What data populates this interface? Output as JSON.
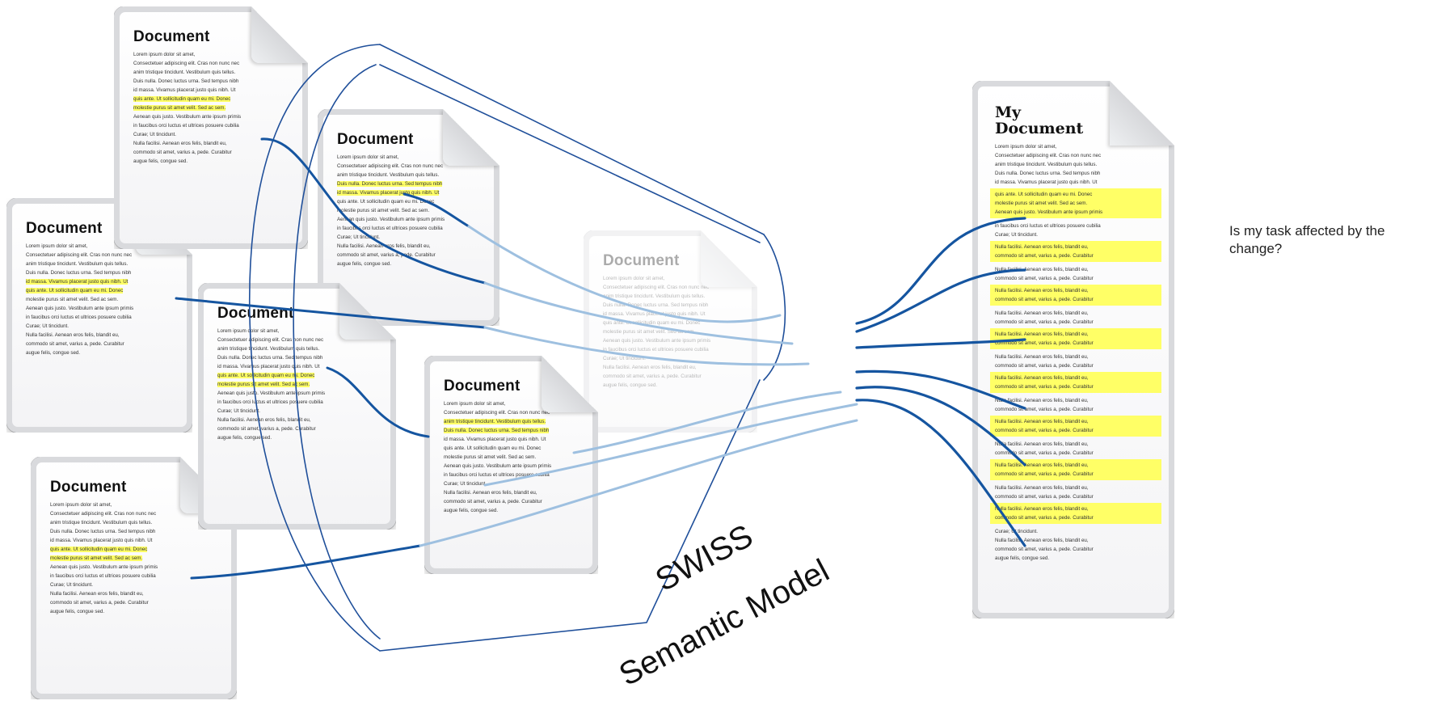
{
  "documents": {
    "title": "Document",
    "text_lines": [
      "Lorem ipsum dolor sit amet,",
      "Consectetuer adipiscing elit. Cras non nunc nec",
      "anim tristique tincidunt. Vestibulum quis tellus.",
      "Duis nulla. Donec luctus urna. Sed tempus nibh",
      "id massa. Vivamus placerat justo quis nibh. Ut",
      "quis ante. Ut sollicitudin quam eu mi. Donec",
      "molestie purus sit amet velit. Sed ac sem.",
      "Aenean quis justo. Vestibulum ante ipsum primis",
      "in faucibus orci luctus et ultrices posuere cubilia",
      "Curae; Ut tincidunt.",
      "Nulla facilisi. Aenean eros felis, blandit eu,",
      "commodo sit amet, varius a, pede. Curabitur",
      "augue felis, congue sed."
    ]
  },
  "my_document": {
    "title": "My Document",
    "intro_lines": [
      "Lorem ipsum dolor sit amet,",
      "Consectetuer adipiscing elit. Cras non nunc nec",
      "anim tristique tincidunt. Vestibulum quis tellus.",
      "Duis nulla. Donec luctus urna. Sed tempus nibh",
      "id massa. Vivamus placerat justo quis nibh. Ut"
    ],
    "first_highlight": [
      "quis ante. Ut sollicitudin quam eu mi. Donec",
      "molestie purus sit amet velit. Sed ac sem.",
      "Aenean quis justo. Vestibulum ante ipsum primis"
    ],
    "after_first": [
      "in faucibus orci luctus et ultrices posuere cubilia",
      "Curae; Ut tincidunt."
    ],
    "repeat_highlight": [
      "Nulla facilisi. Aenean eros felis, blandit eu,",
      "commodo sit amet, varius a, pede. Curabitur"
    ],
    "repeat_plain": [
      "Nulla facilisi. Aenean eros felis, blandit eu,",
      "commodo sit amet, varius a, pede. Curabitur"
    ],
    "closing_lines": [
      "Curae; Ut tincidunt.",
      "Nulla facilisi. Aenean eros felis, blandit eu,",
      "commodo sit amet, varius a, pede. Curabitur",
      "augue felis, congue sed."
    ]
  },
  "model_label": {
    "line1": "SWISS",
    "line2": "Semantic Model"
  },
  "question": "Is my task affected by the change?",
  "colors": {
    "link_dark": "#1555a0",
    "link_light": "#9ec0e0",
    "highlight": "#ffff66",
    "model_outline": "#1f4f9a"
  }
}
